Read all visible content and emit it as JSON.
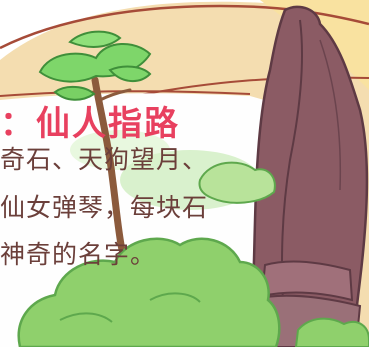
{
  "heading": "：仙人指路",
  "paragraph": [
    "奇石、天狗望月、",
    "仙女弹琴，每块石",
    "神奇的名字。"
  ],
  "colors": {
    "heading": "#e8405f",
    "body_text": "#6b3f3a",
    "sky": "#f4ddb0",
    "mountain_outline": "#a64b38",
    "rock": "#8b5b64",
    "rock_dark": "#5e3a44",
    "bush": "#8fd06c",
    "bush_dark": "#5ea84d",
    "tree_foliage": "#7ed66a",
    "tree_trunk": "#8b5a3c",
    "white_area": "#fefefe"
  },
  "icons": {
    "pine_tree": "pine-tree-illustration",
    "rock_pillar": "rock-pillar-illustration",
    "bushes": "green-bush-illustration"
  }
}
